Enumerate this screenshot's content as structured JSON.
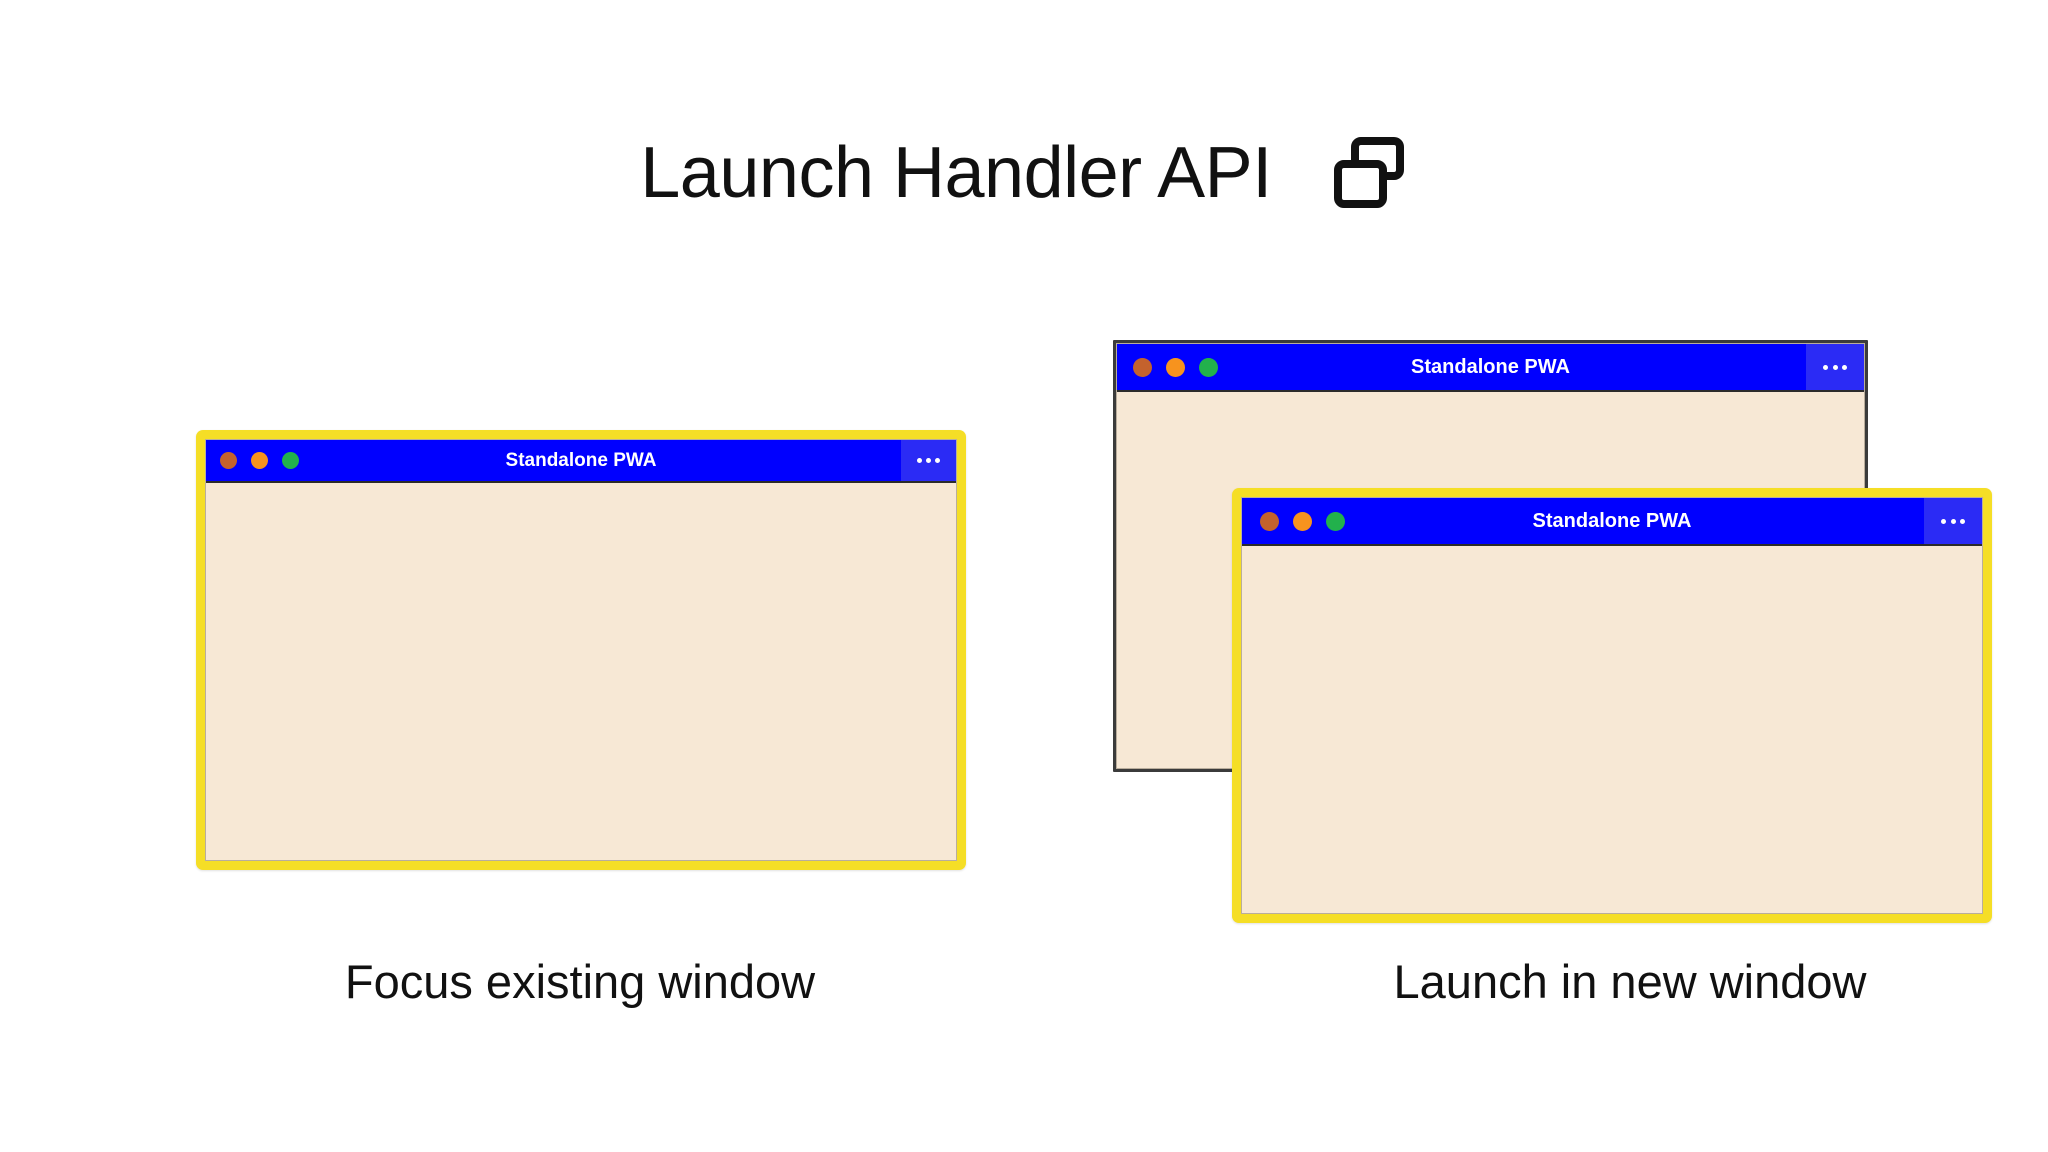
{
  "header": {
    "title": "Launch Handler API",
    "icon": "multi-window-icon"
  },
  "colors": {
    "titlebar_blue": "#0000FF",
    "menu_blue": "#2B2BF5",
    "window_body_cream": "#F7E8D5",
    "highlight_yellow": "#F5DE26",
    "plain_border_gray": "#3B3B3B",
    "dot_close": "#C4622D",
    "dot_minimize": "#F7931E",
    "dot_maximize": "#22B14C",
    "text_dark": "#111111",
    "titlebar_text": "#FFFFFF",
    "page_background": "#FFFFFF"
  },
  "scenarios": [
    {
      "id": "focus-existing",
      "caption": "Focus existing window",
      "windows": [
        {
          "id": "win-focus",
          "title": "Standalone PWA",
          "menu_label": "…",
          "highlighted": true,
          "traffic_lights": [
            "close",
            "minimize",
            "maximize"
          ]
        }
      ]
    },
    {
      "id": "launch-new",
      "caption": "Launch in new window",
      "windows": [
        {
          "id": "win-back",
          "title": "Standalone PWA",
          "menu_label": "…",
          "highlighted": false,
          "traffic_lights": [
            "close",
            "minimize",
            "maximize"
          ]
        },
        {
          "id": "win-front",
          "title": "Standalone PWA",
          "menu_label": "…",
          "highlighted": true,
          "traffic_lights": [
            "close",
            "minimize",
            "maximize"
          ]
        }
      ]
    }
  ]
}
